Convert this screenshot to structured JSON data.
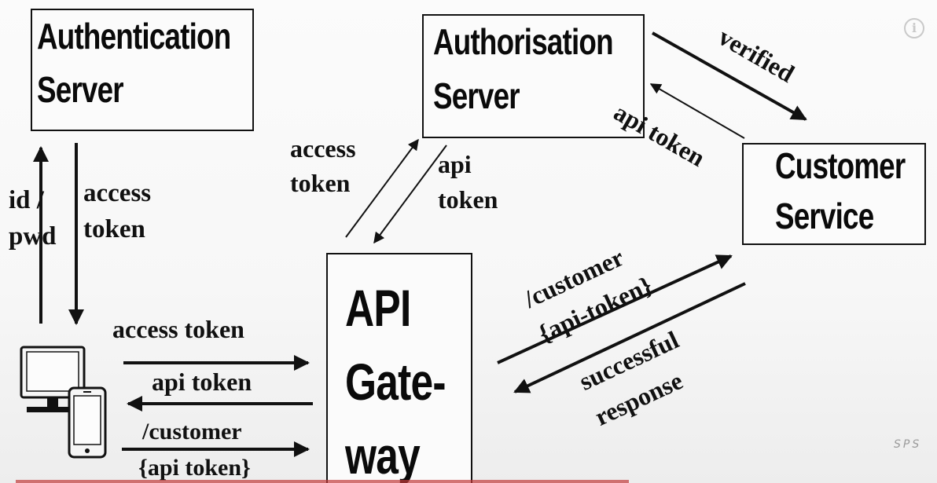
{
  "boxes": {
    "auth_server": {
      "line1": "Authentication",
      "line2": "Server"
    },
    "authorisation_server": {
      "line1": "Authorisation",
      "line2": "Server"
    },
    "customer_service": {
      "line1": "Customer",
      "line2": "Service"
    },
    "api_gateway": {
      "line1": "API",
      "line2": "Gate-",
      "line3": "way"
    }
  },
  "labels": {
    "id_pwd_1": "id /",
    "id_pwd_2": "pwd",
    "access_token_left_1": "access",
    "access_token_left_2": "token",
    "access_token_bottom": "access token",
    "api_token_bottom": "api token",
    "customer_req_1": "/customer",
    "customer_req_2": "{api token}",
    "access_token_mid_1": "access",
    "access_token_mid_2": "token",
    "api_token_mid_1": "api",
    "api_token_mid_2": "token",
    "verified": "verified",
    "api_token_right": "api token",
    "customer_right_1": "/customer",
    "customer_right_2": "{api-token}",
    "successful": "successful",
    "response": "response"
  },
  "icons": {
    "client": "desktop-and-phone-icon",
    "info": "info-icon"
  },
  "watermark": "SPS",
  "colors": {
    "ink": "#111111",
    "background": "#f9f9f9"
  }
}
